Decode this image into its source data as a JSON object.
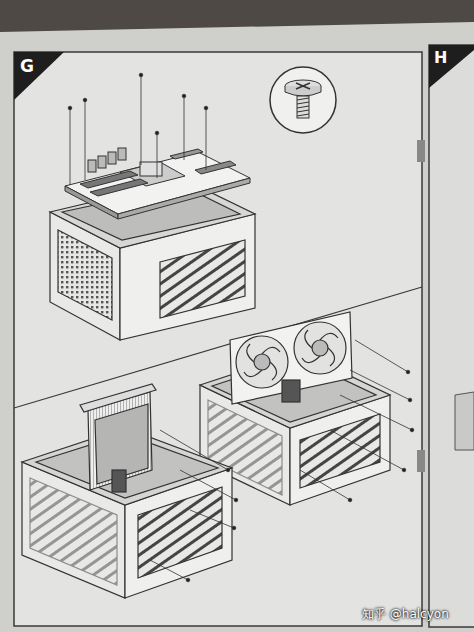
{
  "diagram": {
    "labels": [
      "G",
      "H",
      "知乎 @halcyon"
    ]
  }
}
